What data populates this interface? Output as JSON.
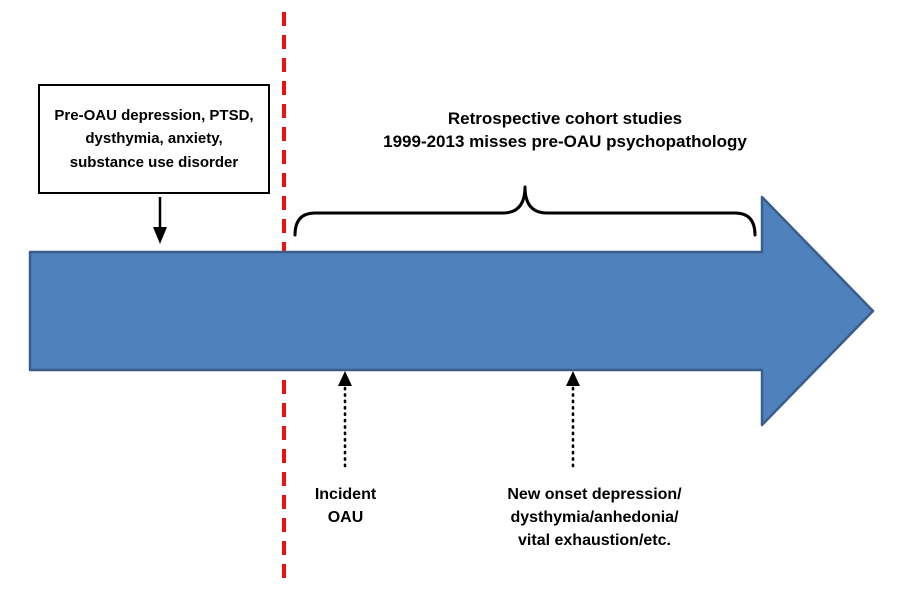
{
  "figure": {
    "pre_oau_box": {
      "text": "Pre-OAU depression, PTSD, dysthymia, anxiety, substance use disorder"
    },
    "retrospective_label": {
      "line1": "Retrospective cohort studies",
      "line2": "1999-2013 misses pre-OAU psychopathology"
    },
    "incident_label": {
      "line1": "Incident",
      "line2": "OAU"
    },
    "new_onset_label": {
      "line1": "New onset depression/",
      "line2": "dysthymia/anhedonia/",
      "line3": "vital exhaustion/etc."
    },
    "colors": {
      "timeline_arrow_fill": "#4F81BD",
      "timeline_arrow_border": "#3A5E8C",
      "divider_red": "#EE1111",
      "text": "#000000"
    }
  }
}
